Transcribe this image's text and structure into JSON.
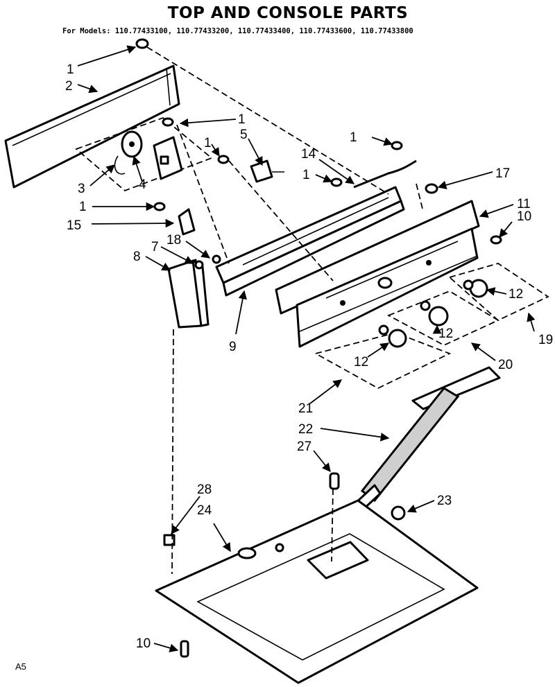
{
  "title": "TOP AND CONSOLE PARTS",
  "models_line": "For Models: 110.77433100, 110.77433200, 110.77433400, 110.77433600, 110.77433800",
  "footer_code": "A5",
  "callouts": [
    "1",
    "2",
    "3",
    "4",
    "5",
    "7",
    "8",
    "9",
    "10",
    "11",
    "12",
    "14",
    "15",
    "17",
    "18",
    "19",
    "20",
    "21",
    "22",
    "23",
    "24",
    "27",
    "28"
  ]
}
